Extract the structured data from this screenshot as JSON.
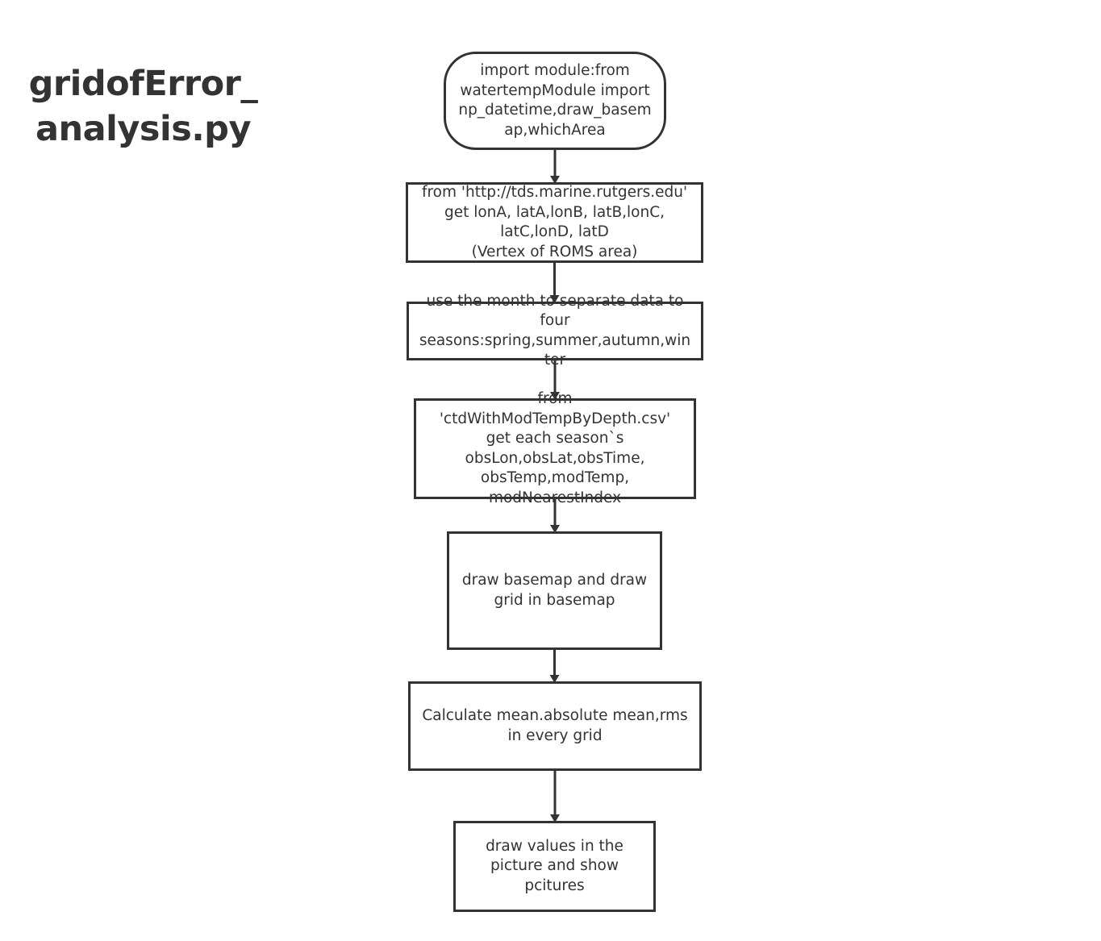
{
  "title": {
    "line1": "gridofError_",
    "line2": "analysis.py"
  },
  "nodes": [
    {
      "id": "n1",
      "shape": "terminal",
      "text": "import module:from\nwatertempModule import\nnp_datetime,draw_basem\nap,whichArea"
    },
    {
      "id": "n2",
      "shape": "process",
      "text": "from 'http://tds.marine.rutgers.edu'\nget lonA, latA,lonB, latB,lonC,\nlatC,lonD, latD\n(Vertex of ROMS area)"
    },
    {
      "id": "n3",
      "shape": "process",
      "text": "use the month to separate data to\nfour\nseasons:spring,summer,autumn,win\nter"
    },
    {
      "id": "n4",
      "shape": "process",
      "text": "from\n'ctdWithModTempByDepth.csv'\nget each season`s\nobsLon,obsLat,obsTime,\nobsTemp,modTemp,\nmodNearestIndex"
    },
    {
      "id": "n5",
      "shape": "process",
      "text": "draw basemap and draw\ngrid in basemap"
    },
    {
      "id": "n6",
      "shape": "process",
      "text": "Calculate mean.absolute mean,rms\nin every grid"
    },
    {
      "id": "n7",
      "shape": "process",
      "text": "draw  values in the\npicture and show\npcitures"
    }
  ],
  "edges": [
    {
      "from": "n1",
      "to": "n2"
    },
    {
      "from": "n2",
      "to": "n3"
    },
    {
      "from": "n3",
      "to": "n4"
    },
    {
      "from": "n4",
      "to": "n5"
    },
    {
      "from": "n5",
      "to": "n6"
    },
    {
      "from": "n6",
      "to": "n7"
    }
  ],
  "colors": {
    "stroke": "#333333",
    "text": "#333333",
    "background": "#ffffff"
  }
}
